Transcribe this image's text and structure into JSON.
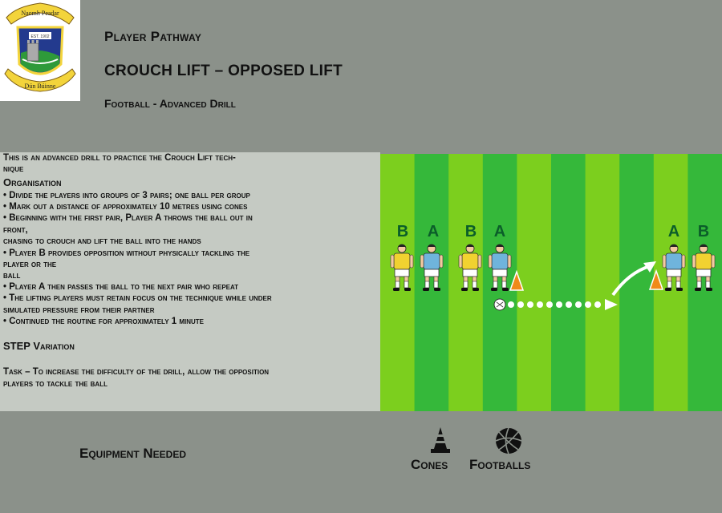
{
  "header": {
    "crest_top_text": "Naomh Peadar",
    "crest_year": "EST. 1902",
    "crest_bottom_text": "Dún Búinne",
    "pathway": "Player Pathway",
    "title": "CROUCH LIFT – OPPOSED LIFT",
    "subtitle": "Football - Advanced Drill"
  },
  "description": {
    "intro_1": "This is an advanced drill to practice the Crouch Lift tech-",
    "intro_2": "nique",
    "organisation_heading": "Organisation",
    "lines": [
      "• Divide the players into groups of 3 pairs; one ball per group",
      "• Mark out a distance of approximately 10 metres using cones",
      "• Beginning with the first pair, Player A throws the ball out in",
      "front,",
      "   chasing to crouch and lift the ball into the hands",
      "• Player B provides opposition without physically tackling the",
      "player or the",
      "   ball",
      "• Player A then passes the ball to the next pair who repeat",
      "• The lifting players must retain focus on the technique while under",
      "   simulated pressure from their partner",
      "• Continued the routine for approximately 1 minute"
    ],
    "variation_heading": "STEP Variation",
    "task_1": "Task – To increase the difficulty of the drill, allow the opposition",
    "task_2": "players to tackle the ball"
  },
  "diagram": {
    "labels": [
      "B",
      "A",
      "B",
      "A",
      "A",
      "B"
    ],
    "colors": {
      "grass_light": "#7ccf1e",
      "grass_dark": "#35b83a",
      "player_a_shirt": "#6fb4dc",
      "player_b_shirt": "#f1d230",
      "cone": "#f08a19",
      "label": "#0b5e2a"
    }
  },
  "footer": {
    "equipment_label": "Equipment Needed",
    "items": [
      {
        "label": "Cones",
        "icon": "cone-icon"
      },
      {
        "label": "Footballs",
        "icon": "football-icon"
      }
    ]
  }
}
